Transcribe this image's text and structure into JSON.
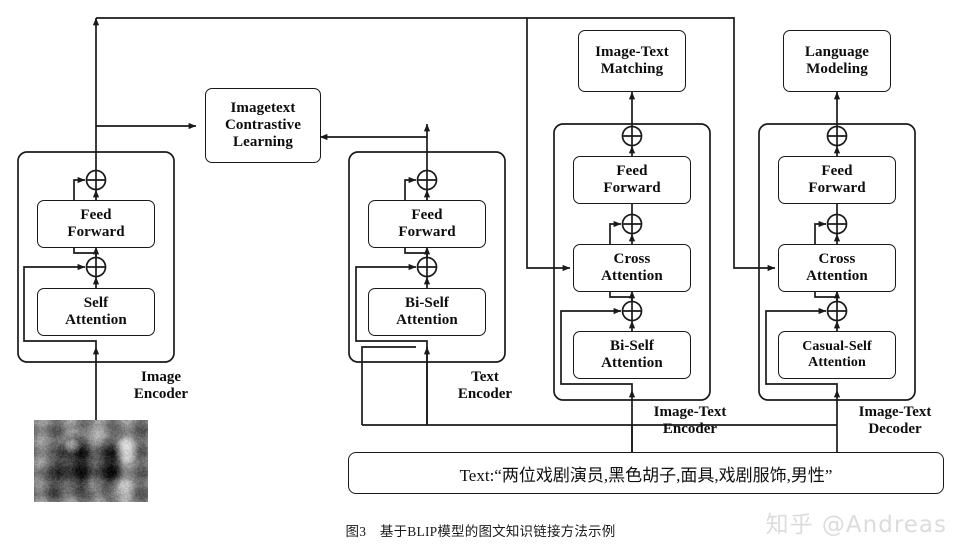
{
  "figure": {
    "caption": "图3　基于BLIP模型的图文知识链接方法示例",
    "watermark": "知乎 @Andreas",
    "ink_color": "#1a1a1a",
    "background": "#ffffff"
  },
  "objectives": [
    {
      "id": "image-text-matching",
      "label": "Image-Text\nMatching"
    },
    {
      "id": "language-modeling",
      "label": "Language\nModeling"
    },
    {
      "id": "imagetext-contrastive-learning",
      "label": "Imagetext\nContrastive\nLearning"
    }
  ],
  "columns": [
    {
      "id": "image-encoder",
      "group_label": "Image\nEncoder",
      "blocks": [
        {
          "id": "image-encoder-feed-forward",
          "label": "Feed\nForward"
        },
        {
          "id": "image-encoder-self-attention",
          "label": "Self\nAttention"
        }
      ]
    },
    {
      "id": "text-encoder",
      "group_label": "Text\nEncoder",
      "blocks": [
        {
          "id": "text-encoder-feed-forward",
          "label": "Feed\nForward"
        },
        {
          "id": "text-encoder-bi-self-attention",
          "label": "Bi-Self\nAttention"
        }
      ]
    },
    {
      "id": "image-text-encoder",
      "group_label": "Image-Text\nEncoder",
      "blocks": [
        {
          "id": "image-text-encoder-feed-forward",
          "label": "Feed\nForward"
        },
        {
          "id": "image-text-encoder-cross-attention",
          "label": "Cross\nAttention"
        },
        {
          "id": "image-text-encoder-bi-self-attention",
          "label": "Bi-Self\nAttention"
        }
      ]
    },
    {
      "id": "image-text-decoder",
      "group_label": "Image-Text\nDecoder",
      "blocks": [
        {
          "id": "image-text-decoder-feed-forward",
          "label": "Feed\nForward"
        },
        {
          "id": "image-text-decoder-cross-attention",
          "label": "Cross\nAttention"
        },
        {
          "id": "image-text-decoder-casual-self-attention",
          "label": "Casual-Self\nAttention"
        }
      ]
    }
  ],
  "input_text": {
    "id": "input-text-bar",
    "value": "Text:“两位戏剧演员,黑色胡子,面具,戏剧服饰,男性”"
  },
  "input_image": {
    "id": "input-image-thumbnail",
    "alt": "grayscale photo of two costumed opera performers"
  },
  "symbols": {
    "residual_add": "⊕"
  }
}
